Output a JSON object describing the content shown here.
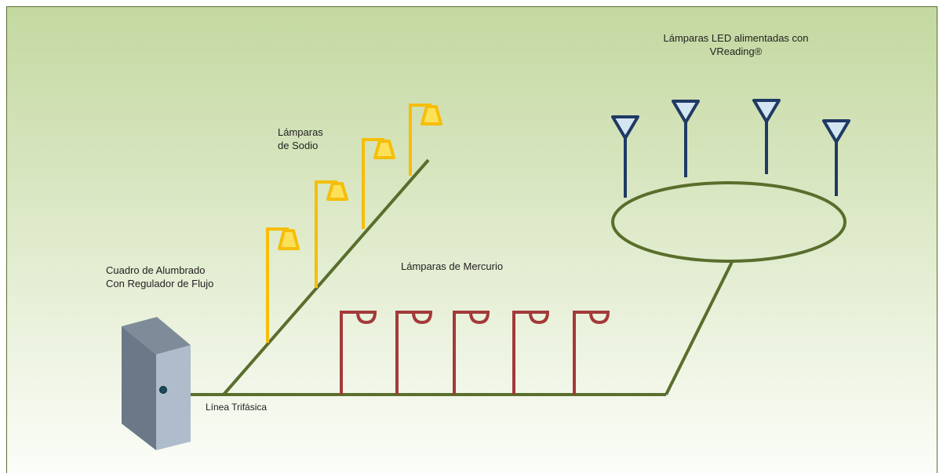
{
  "labels": {
    "cabinet_line1": "Cuadro de Alumbrado",
    "cabinet_line2": "Con Regulador de Flujo",
    "sodium_line1": "Lámparas",
    "sodium_line2": "de Sodio",
    "mercury": "Lámparas de Mercurio",
    "led_line1": "Lámparas LED alimentadas con",
    "led_line2": "VReading®",
    "three_phase": "Línea Trifásica"
  },
  "colors": {
    "line": "#5a6e2c",
    "sodium": "#f6be08",
    "mercury": "#a33a38",
    "led_pole": "#1f3a64",
    "led_fill": "#d4e6f1",
    "cabinet_front": "#aebccc",
    "cabinet_top": "#7e8c9a",
    "cabinet_side": "#6a7888"
  },
  "counts": {
    "sodium": 4,
    "mercury": 5,
    "led": 4
  }
}
